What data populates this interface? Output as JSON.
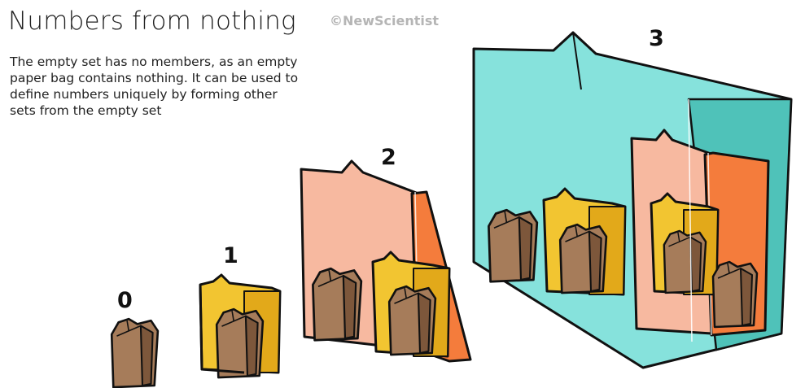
{
  "title": "Numbers from nothing",
  "credit": "©NewScientist",
  "description": [
    "The empty set has no members, as an empty",
    "paper bag contains nothing. It can be used to",
    "define numbers uniquely by forming other",
    "sets from the empty set"
  ],
  "sets": [
    {
      "number": "0",
      "bag_color": "#a67c5a",
      "contains": []
    },
    {
      "number": "1",
      "bag_color": "#f2c531",
      "contains": [
        "0"
      ]
    },
    {
      "number": "2",
      "bag_color": "#f7b9a0",
      "contains": [
        "0",
        "1"
      ]
    },
    {
      "number": "3",
      "bag_color": "#7fdcd6",
      "contains": [
        "0",
        "1",
        "2"
      ]
    }
  ],
  "colors": {
    "empty_bag": "#a67c5a",
    "bag_one": "#f2c531",
    "bag_two": "#f7b9a0",
    "bag_two_side": "#f47c3c",
    "bag_three": "#7fdcd6",
    "bag_three_side": "#3fb8b0",
    "outline": "#111111"
  }
}
